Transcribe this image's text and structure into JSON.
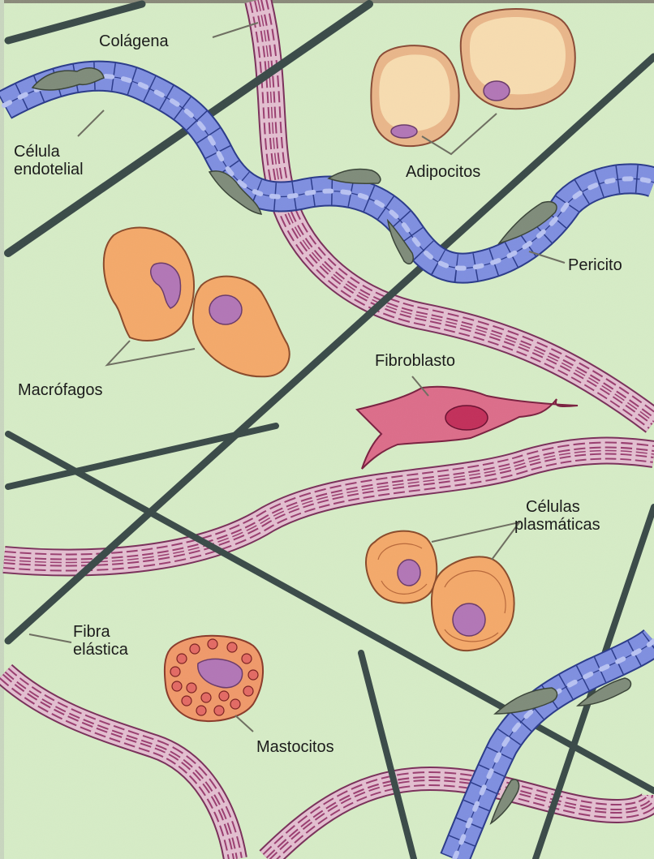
{
  "figure": {
    "labels": {
      "colagena": "Colágena",
      "endotelial_1": "Célula",
      "endotelial_2": "endotelial",
      "adipocitos": "Adipocitos",
      "pericito": "Pericito",
      "macrofagos": "Macrófagos",
      "fibroblasto": "Fibroblasto",
      "plasmaticas_1": "Células",
      "plasmaticas_2": "plasmáticas",
      "elastica_1": "Fibra",
      "elastica_2": "elástica",
      "mastocitos": "Mastocitos"
    }
  },
  "colors": {
    "background": "#d6ecc6",
    "elastic_fiber": "#3a4a48",
    "collagen": "#c27a9a",
    "collagen_stripe": "#7a2f5a",
    "vessel": "#7f8fe0",
    "vessel_outline": "#2a3a8a",
    "pericyte": "#7f8c7a",
    "adipocyte": "#f1c79a",
    "macrophage": "#f4a96a",
    "nucleus": "#b276b6",
    "fibroblast": "#dc6d8a",
    "fibroblast_nucleus": "#c22f5a",
    "mast_cell": "#f0996a"
  }
}
